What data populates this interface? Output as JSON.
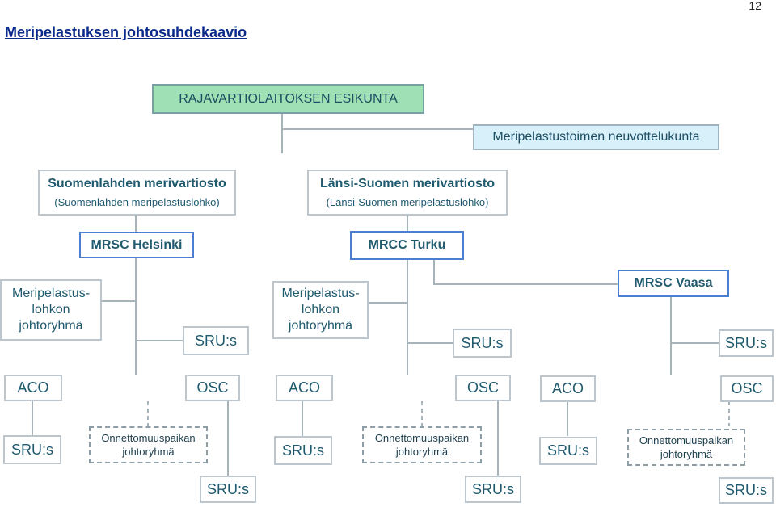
{
  "page_number": "12",
  "title": "Meripelastuksen johtosuhdekaavio",
  "boxes": {
    "hq": "RAJAVARTIOLAITOKSEN ESIKUNTA",
    "board": "Meripelastustoimen neuvottelukunta",
    "gulf_district": "Suomenlahden merivartiosto",
    "gulf_subregion": "(Suomenlahden meripelastuslohko)",
    "west_district": "Länsi-Suomen merivartiosto",
    "west_subregion": "(Länsi-Suomen meripelastuslohko)",
    "mrsc_helsinki": "MRSC Helsinki",
    "mrcc_turku": "MRCC Turku",
    "mrsc_vaasa": "MRSC Vaasa",
    "group_line1": "Meripelastus-",
    "group_line2": "lohkon",
    "group_line3": "johtoryhmä",
    "sru": "SRU:s",
    "aco": "ACO",
    "osc": "OSC",
    "scene_line1": "Onnettomuuspaikan",
    "scene_line2": "johtoryhmä"
  },
  "colors": {
    "hq_fill": "#9fe0b4",
    "board_fill": "#d7f0fa",
    "connector": "#a6b3b9",
    "text": "#1f5a6e",
    "highlight_border": "#4a7ed0"
  }
}
